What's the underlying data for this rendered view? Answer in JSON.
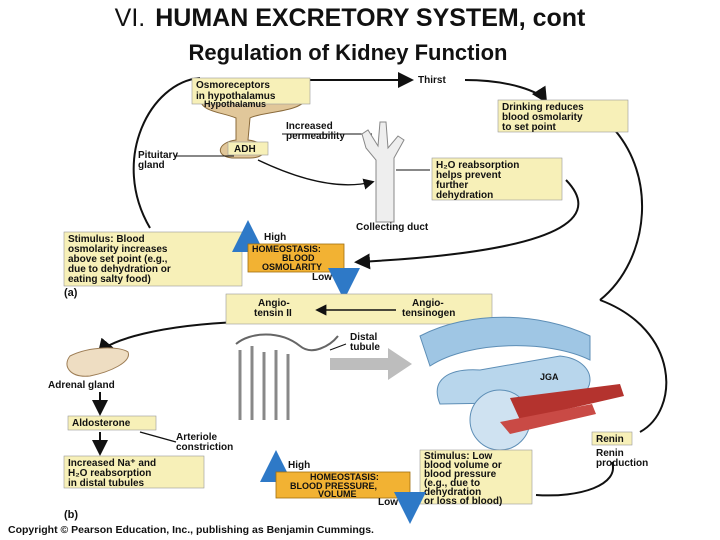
{
  "title": {
    "roman": "VI.",
    "main": "HUMAN EXCRETORY SYSTEM, cont",
    "subtitle": "Regulation of Kidney Function"
  },
  "panel_a": {
    "osmoreceptors": [
      "Osmoreceptors",
      "in hypothalamus"
    ],
    "hypothalamus": "Hypothalamus",
    "thirst": "Thirst",
    "drinking": [
      "Drinking reduces",
      "blood osmolarity",
      "to set point"
    ],
    "increased_perm": [
      "Increased",
      "permeability"
    ],
    "adh": "ADH",
    "pituitary": [
      "Pituitary",
      "gland"
    ],
    "h2o_reabs": [
      "H₂O reabsorption",
      "helps prevent",
      "further",
      "dehydration"
    ],
    "collecting_duct": "Collecting duct",
    "stimulus": [
      "Stimulus: Blood",
      "osmolarity increases",
      "above set point (e.g.,",
      "due to dehydration or",
      "eating salty food)"
    ],
    "high": "High",
    "homeostasis": [
      "HOMEOSTASIS:",
      "BLOOD",
      "OSMOLARITY"
    ],
    "low": "Low",
    "panel_label": "(a)"
  },
  "panel_b": {
    "angiotensin2": [
      "Angio-",
      "tensin II"
    ],
    "angiotensinogen": [
      "Angio-",
      "tensinogen"
    ],
    "distal_tubule": [
      "Distal",
      "tubule"
    ],
    "jga": "JGA",
    "adrenal": "Adrenal gland",
    "aldosterone": "Aldosterone",
    "arteriole": [
      "Arteriole",
      "constriction"
    ],
    "renin": "Renin",
    "renin_prod": [
      "Renin",
      "production"
    ],
    "na_reabs": [
      "Increased Na⁺ and",
      "H₂O reabsorption",
      "in distal tubules"
    ],
    "high": "High",
    "homeostasis": [
      "HOMEOSTASIS:",
      "BLOOD PRESSURE,",
      "VOLUME"
    ],
    "stimulus": [
      "Stimulus: Low",
      "blood volume or",
      "blood pressure",
      "(e.g., due to",
      "dehydration",
      "or loss of blood)"
    ],
    "low": "Low",
    "panel_label": "(b)"
  },
  "copyright": "Copyright © Pearson Education, Inc., publishing as Benjamin Cummings.",
  "colors": {
    "box_yellow": "#f7f0b8",
    "box_orange": "#f2b233",
    "arrow_blue": "#2e79c7",
    "tissue_blue": "#9fc6e4",
    "kidney_red": "#b4332e",
    "hypothalamus_tan": "#e1c79a"
  }
}
